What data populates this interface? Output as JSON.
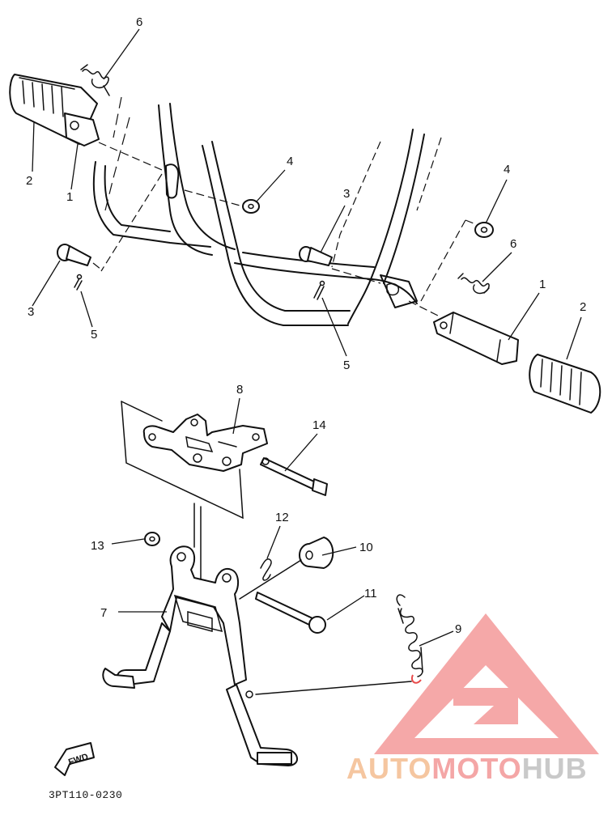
{
  "diagram": {
    "drawing_code": "3PT110-0230",
    "fwd_label": "FWD",
    "callouts": {
      "footrest_left": "1",
      "footrest_right": "1",
      "footrest_cover_left": "2",
      "footrest_cover_right": "2",
      "pin_left": "3",
      "pin_right": "3",
      "washer_left": "4",
      "washer_right": "4",
      "cotter_pin_left": "5",
      "cotter_pin_right": "5",
      "spring_left": "6",
      "spring_right": "6",
      "main_stand": "7",
      "stand_bracket": "8",
      "stand_spring": "9",
      "stand_stopper": "10",
      "shaft_bolt": "11",
      "clip": "12",
      "plain_washer": "13",
      "bracket_bolt": "14"
    }
  },
  "watermark": {
    "brand_parts": [
      "AUTO",
      "MOTO",
      "HUB"
    ],
    "colors": {
      "auto": "#f5c6a0",
      "moto": "#f4a6a6",
      "hub": "#c9c9c9",
      "logo": "#f28b8b"
    }
  }
}
